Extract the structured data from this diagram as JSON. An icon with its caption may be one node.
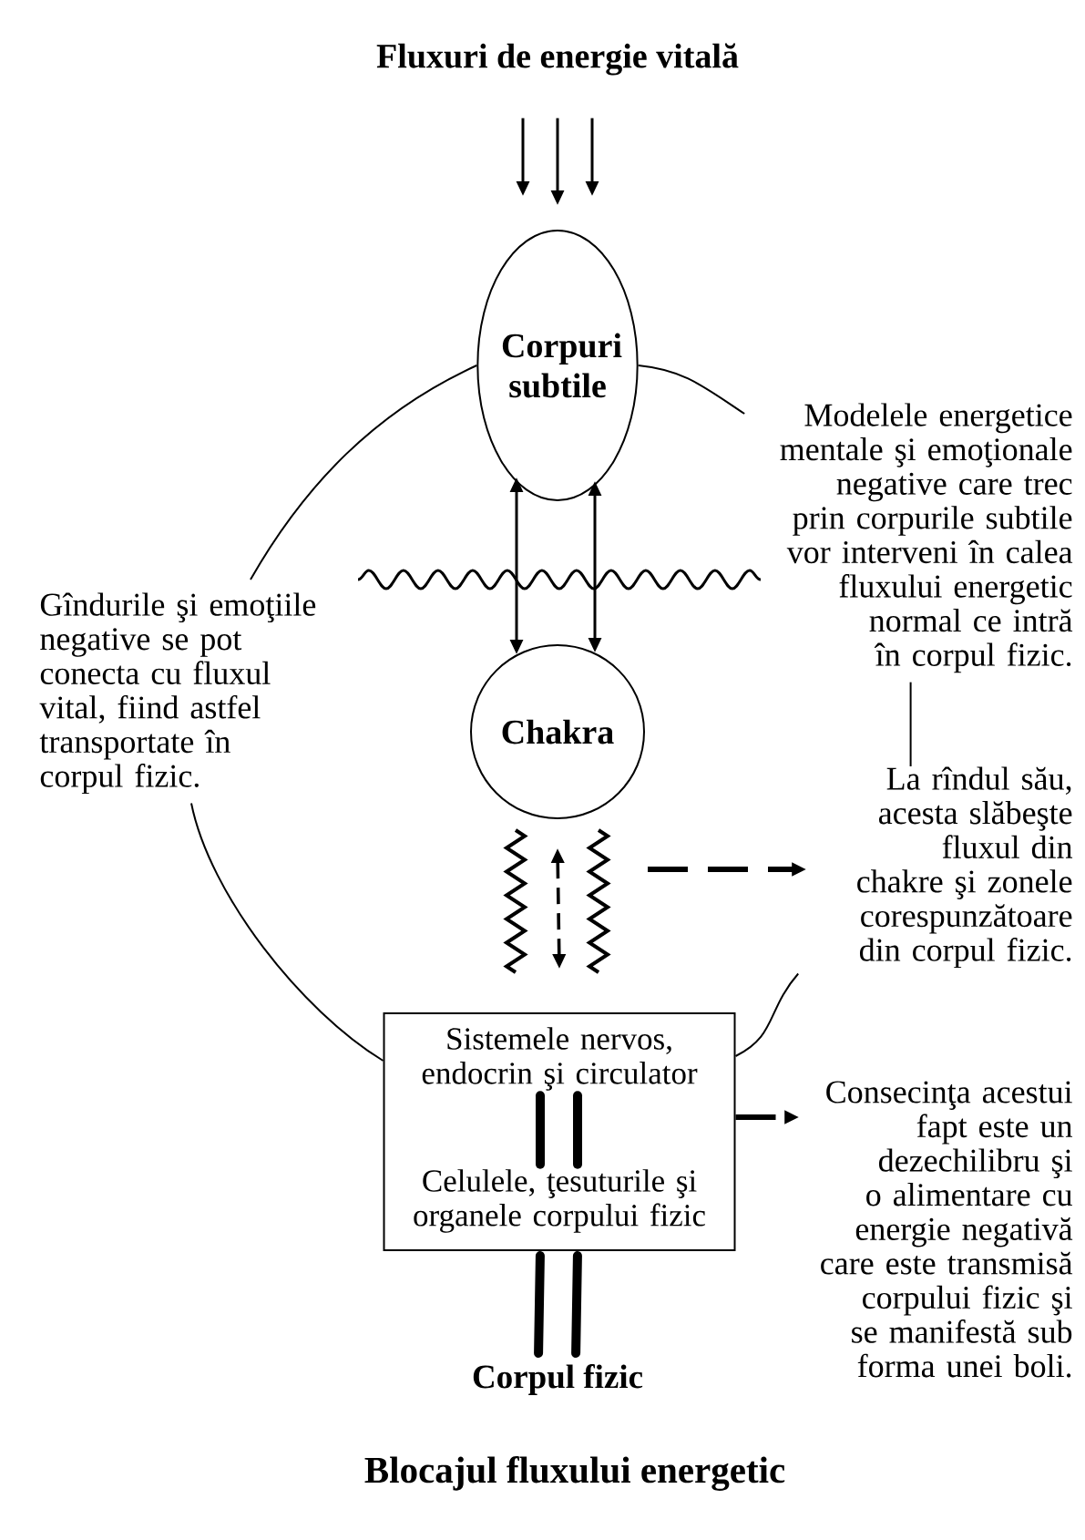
{
  "diagram": {
    "caption": "Blocajul fluxului energetic",
    "nodes": [
      {
        "text": [
          "Fluxuri de energie vitală"
        ]
      },
      {
        "text": [
          "Corpuri subtile"
        ]
      },
      {
        "text": [
          "Chakra"
        ]
      },
      {
        "text": [],
        "shape": "box"
      },
      {
        "text": [
          "Sistemele nervos, endocrin şi circulator"
        ],
        "in": 3
      },
      {
        "text": [
          "Celulele, ţesuturile şi organele corpului fizic"
        ],
        "in": 3
      },
      {
        "text": [
          "Corpul fizic"
        ]
      },
      {
        "text": [
          "Gîndurile şi emoţiile negative se pot conecta cu fluxul vital, fiind astfel transportate în corpul fizic."
        ]
      },
      {
        "text": [
          "Modelele energetice mentale şi emoţionale negative care trec prin corpurile subtile vor interveni în calea fluxului energetic normal ce intră în corpul fizic."
        ]
      },
      {
        "text": [
          "La rîndul său, acesta slăbeşte fluxul din chakre şi zonele corespunzătoare din corpul fizic."
        ]
      },
      {
        "text": [
          "Consecinţa acestui fapt este un dezechilibru şi o alimentare cu energie negativă care este transmisă corpului fizic şi se manifestă sub forma unei boli."
        ]
      }
    ],
    "edges": [
      {
        "from": 0,
        "to": 1,
        "arrow": "to"
      },
      {
        "from": 0,
        "to": 1,
        "arrow": "to"
      },
      {
        "from": 0,
        "to": 1,
        "arrow": "to"
      },
      {
        "from": 1,
        "to": 2,
        "arrow": "both"
      },
      {
        "from": 1,
        "to": 2,
        "arrow": "both"
      },
      {
        "from": 2,
        "to": 3,
        "arrow": "both",
        "style": "dashed"
      },
      {
        "from": 1,
        "to": 7,
        "arrow": "none"
      },
      {
        "from": 7,
        "to": 3,
        "arrow": "none"
      },
      {
        "from": 1,
        "to": 8,
        "arrow": "none"
      },
      {
        "from": 8,
        "to": 9,
        "arrow": "none"
      },
      {
        "from": 9,
        "to": 3,
        "arrow": "none"
      },
      {
        "from": null,
        "to": 9,
        "arrow": "to",
        "style": "dashed"
      },
      {
        "from": 3,
        "to": 10,
        "arrow": "to",
        "style": "dashed"
      },
      {
        "from": 4,
        "to": 5,
        "arrow": "none",
        "style": "thick"
      },
      {
        "from": 4,
        "to": 5,
        "arrow": "none",
        "style": "thick"
      },
      {
        "from": 3,
        "to": 6,
        "arrow": "none",
        "style": "thick"
      },
      {
        "from": 3,
        "to": 6,
        "arrow": "none",
        "style": "thick"
      }
    ]
  }
}
